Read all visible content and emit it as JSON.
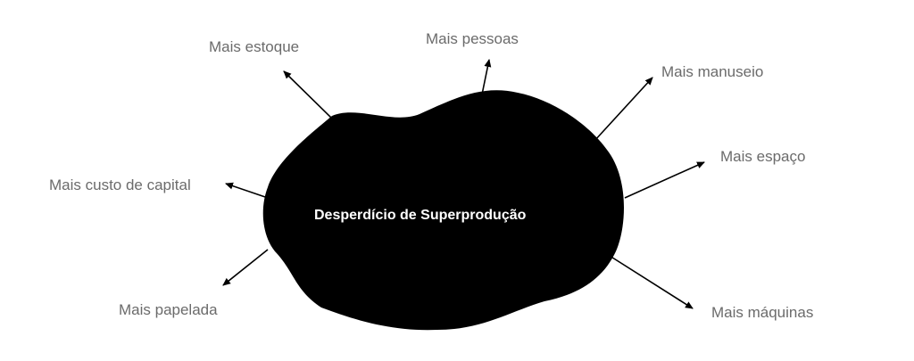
{
  "center": {
    "label": "Desperdício de Superprodução",
    "fill": "#000000",
    "text_color": "#ffffff"
  },
  "effects": [
    {
      "id": "estoque",
      "label": "Mais estoque"
    },
    {
      "id": "pessoas",
      "label": "Mais pessoas"
    },
    {
      "id": "manuseio",
      "label": "Mais manuseio"
    },
    {
      "id": "espaco",
      "label": "Mais espaço"
    },
    {
      "id": "maquinas",
      "label": "Mais máquinas"
    },
    {
      "id": "papelada",
      "label": "Mais papelada"
    },
    {
      "id": "capital",
      "label": "Mais custo de capital"
    }
  ],
  "colors": {
    "label_text": "#6b6b6b",
    "arrow": "#000000",
    "background": "#ffffff"
  }
}
